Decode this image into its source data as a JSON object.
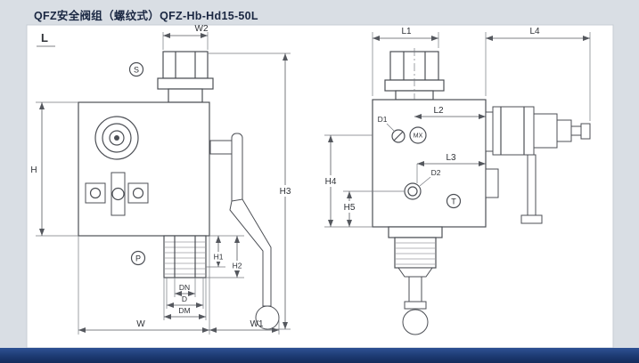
{
  "title": "QFZ安全阀组（螺纹式）QFZ-Hb-Hd15-50L",
  "left_view": {
    "dims": {
      "L": "L",
      "W2": "W2",
      "H": "H",
      "H1": "H1",
      "H2": "H2",
      "H3": "H3",
      "DN": "DN",
      "D": "D",
      "DM": "DM",
      "W": "W",
      "W1": "W1"
    },
    "ports": {
      "S": "S",
      "P": "P"
    }
  },
  "right_view": {
    "dims": {
      "L1": "L1",
      "L2": "L2",
      "L3": "L3",
      "L4": "L4",
      "H4": "H4",
      "H5": "H5",
      "D1": "D1",
      "D2": "D2"
    },
    "ports": {
      "MX": "MX",
      "T": "T"
    }
  },
  "colors": {
    "background": "#d9dee4",
    "canvas": "#ffffff",
    "line": "#4c4f55",
    "footer": "#1d3a72"
  }
}
